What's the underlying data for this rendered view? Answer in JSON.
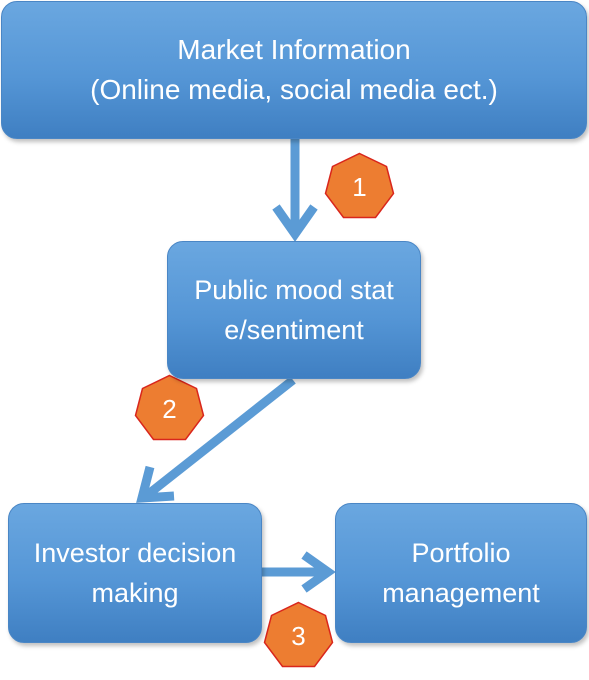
{
  "nodes": {
    "market": {
      "line1": "Market Information",
      "line2": "(Online media, social media ect.)"
    },
    "mood": {
      "label": "Public mood state/sentiment"
    },
    "investor": {
      "label": "Investor decision making"
    },
    "portfolio": {
      "label": "Portfolio management"
    }
  },
  "badges": [
    "1",
    "2",
    "3"
  ],
  "colors": {
    "box_fill": "#5b9bd5",
    "box_border": "#4a86c5",
    "arrow": "#5b9bd5",
    "badge_fill": "#ed7d31",
    "badge_border": "#d9261c",
    "text": "#ffffff"
  }
}
